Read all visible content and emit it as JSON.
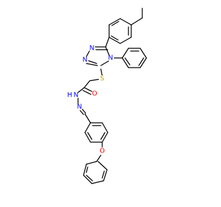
{
  "structure": {
    "kind": "chemical-structure",
    "atoms": [
      {
        "symbol": "N",
        "color": "#0000ff"
      },
      {
        "symbol": "N",
        "color": "#0000ff"
      },
      {
        "symbol": "N",
        "color": "#0000ff"
      },
      {
        "symbol": "S",
        "color": "#c8a000"
      },
      {
        "symbol": "O",
        "color": "#ff0000"
      },
      {
        "symbol": "H",
        "color": "#0000ff"
      },
      {
        "symbol": "N",
        "color": "#0000ff"
      },
      {
        "symbol": "N",
        "color": "#0000ff"
      },
      {
        "symbol": "O",
        "color": "#ff0000"
      }
    ]
  }
}
